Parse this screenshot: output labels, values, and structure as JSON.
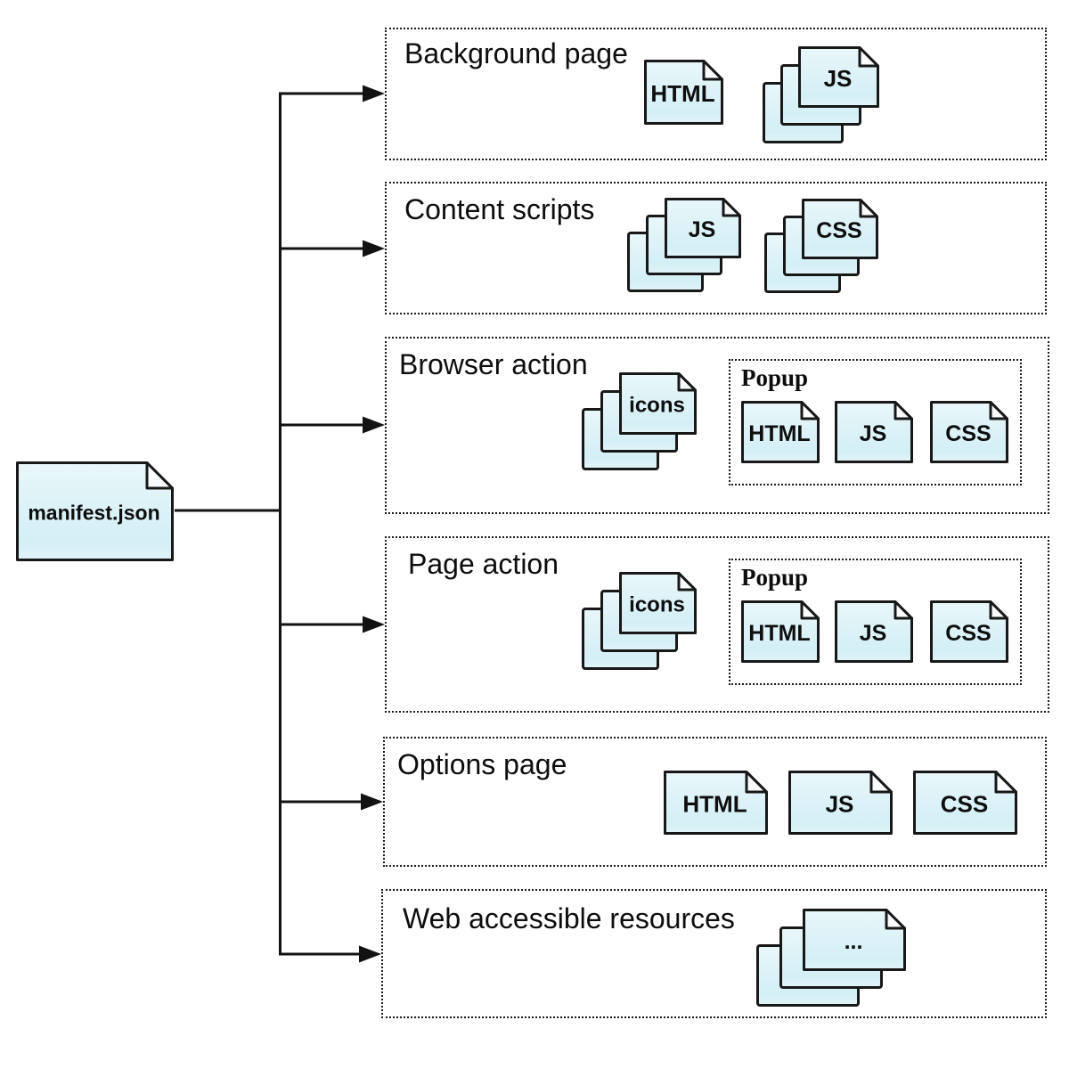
{
  "root": {
    "label": "manifest.json"
  },
  "sections": [
    {
      "id": "background-page",
      "label": "Background page",
      "files": [
        {
          "kind": "single",
          "label": "HTML"
        },
        {
          "kind": "stack",
          "label": "JS"
        }
      ]
    },
    {
      "id": "content-scripts",
      "label": "Content scripts",
      "files": [
        {
          "kind": "stack",
          "label": "JS"
        },
        {
          "kind": "stack",
          "label": "CSS"
        }
      ]
    },
    {
      "id": "browser-action",
      "label": "Browser action",
      "files": [
        {
          "kind": "stack",
          "label": "icons"
        }
      ],
      "popup": {
        "label": "Popup",
        "files": [
          {
            "kind": "single",
            "label": "HTML"
          },
          {
            "kind": "single",
            "label": "JS"
          },
          {
            "kind": "single",
            "label": "CSS"
          }
        ]
      }
    },
    {
      "id": "page-action",
      "label": "Page action",
      "files": [
        {
          "kind": "stack",
          "label": "icons"
        }
      ],
      "popup": {
        "label": "Popup",
        "files": [
          {
            "kind": "single",
            "label": "HTML"
          },
          {
            "kind": "single",
            "label": "JS"
          },
          {
            "kind": "single",
            "label": "CSS"
          }
        ]
      }
    },
    {
      "id": "options-page",
      "label": "Options page",
      "files": [
        {
          "kind": "single",
          "label": "HTML"
        },
        {
          "kind": "single",
          "label": "JS"
        },
        {
          "kind": "single",
          "label": "CSS"
        }
      ]
    },
    {
      "id": "web-accessible-resources",
      "label": "Web accessible resources",
      "files": [
        {
          "kind": "stack",
          "label": "..."
        }
      ]
    }
  ],
  "edges": [
    {
      "from": "manifest.json",
      "to": "Background page"
    },
    {
      "from": "manifest.json",
      "to": "Content scripts"
    },
    {
      "from": "manifest.json",
      "to": "Browser action"
    },
    {
      "from": "manifest.json",
      "to": "Page action"
    },
    {
      "from": "manifest.json",
      "to": "Options page"
    },
    {
      "from": "manifest.json",
      "to": "Web accessible resources"
    }
  ],
  "colors": {
    "doc_fill_top": "#e9f7fa",
    "doc_fill_bottom": "#d3eff6",
    "doc_fold": "#f8fcfe",
    "doc_stroke": "#181818",
    "line": "#121212",
    "box_border": "#1b1b1b"
  }
}
